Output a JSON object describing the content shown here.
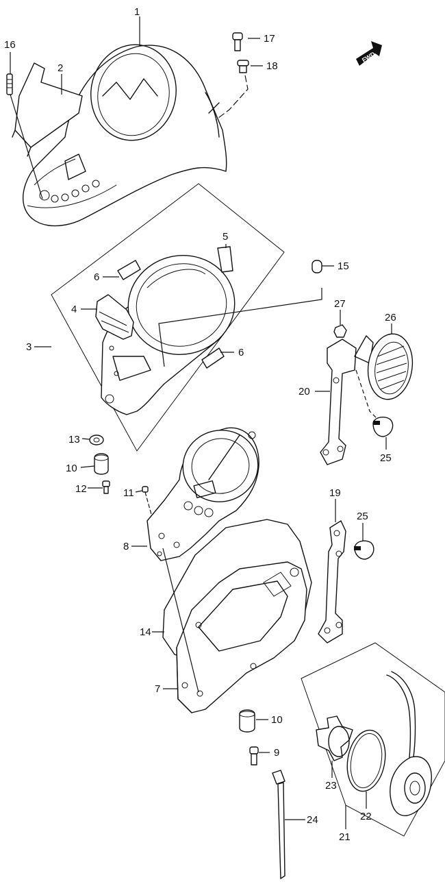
{
  "fwd_label": "FWD",
  "callouts": [
    {
      "id": "1",
      "text": "1"
    },
    {
      "id": "2",
      "text": "2"
    },
    {
      "id": "3",
      "text": "3"
    },
    {
      "id": "4",
      "text": "4"
    },
    {
      "id": "5",
      "text": "5"
    },
    {
      "id": "6a",
      "text": "6"
    },
    {
      "id": "6b",
      "text": "6"
    },
    {
      "id": "7",
      "text": "7"
    },
    {
      "id": "8",
      "text": "8"
    },
    {
      "id": "9",
      "text": "9"
    },
    {
      "id": "10a",
      "text": "10"
    },
    {
      "id": "10b",
      "text": "10"
    },
    {
      "id": "11",
      "text": "11"
    },
    {
      "id": "12",
      "text": "12"
    },
    {
      "id": "13",
      "text": "13"
    },
    {
      "id": "14",
      "text": "14"
    },
    {
      "id": "15",
      "text": "15"
    },
    {
      "id": "16",
      "text": "16"
    },
    {
      "id": "17",
      "text": "17"
    },
    {
      "id": "18",
      "text": "18"
    },
    {
      "id": "19",
      "text": "19"
    },
    {
      "id": "20",
      "text": "20"
    },
    {
      "id": "21",
      "text": "21"
    },
    {
      "id": "22",
      "text": "22"
    },
    {
      "id": "23",
      "text": "23"
    },
    {
      "id": "24",
      "text": "24"
    },
    {
      "id": "25a",
      "text": "25"
    },
    {
      "id": "25b",
      "text": "25"
    },
    {
      "id": "26",
      "text": "26"
    },
    {
      "id": "27",
      "text": "27"
    }
  ]
}
